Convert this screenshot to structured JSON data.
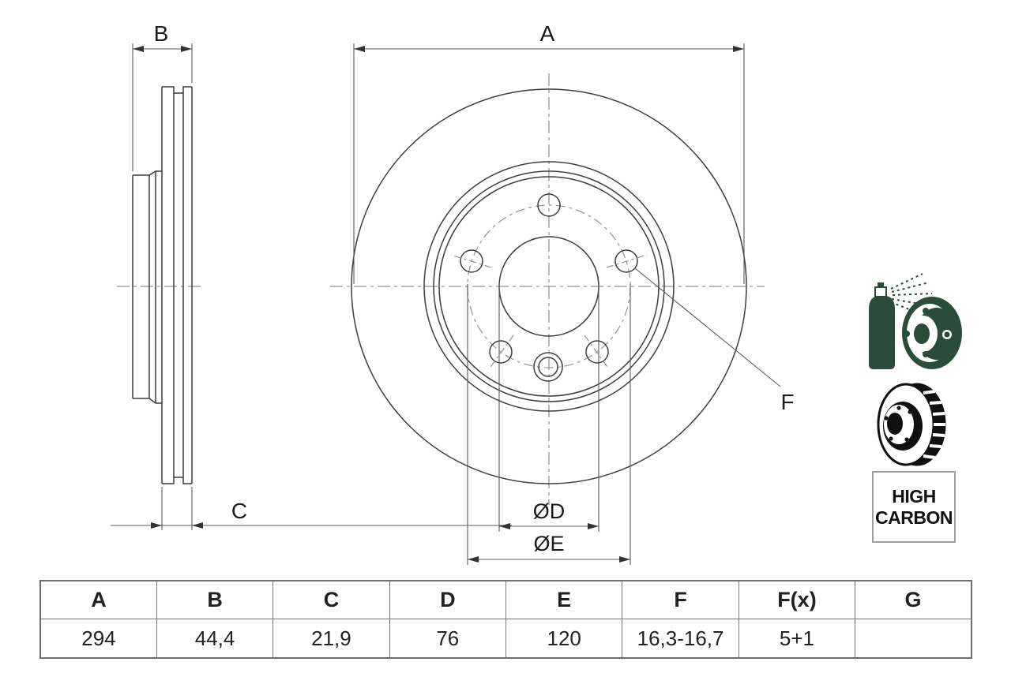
{
  "drawing": {
    "labels": {
      "a": "A",
      "b": "B",
      "c": "C",
      "diameter_d": "ØD",
      "diameter_e": "ØE",
      "f": "F"
    }
  },
  "badges": {
    "high_carbon": {
      "line1": "HIGH",
      "line2": "CARBON"
    }
  },
  "icons": {
    "icon1": "spray-coated-disc-icon",
    "icon2": "vented-brake-disc-icon"
  },
  "colors": {
    "outline": "#3d3d3d",
    "dimension": "#5a5a5a",
    "centerline": "#949494",
    "icon_green": "#2b4c3b",
    "icon_black": "#101010",
    "table_border": "#777777",
    "text": "#1c1c1c"
  },
  "table": {
    "headers": [
      "A",
      "B",
      "C",
      "D",
      "E",
      "F",
      "F(x)",
      "G"
    ],
    "values": [
      "294",
      "44,4",
      "21,9",
      "76",
      "120",
      "16,3-16,7",
      "5+1",
      ""
    ]
  }
}
